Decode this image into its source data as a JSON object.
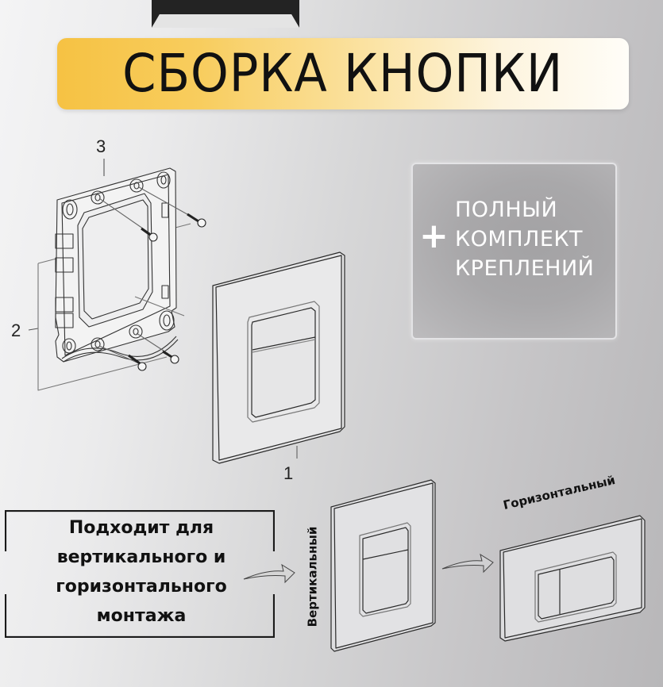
{
  "header": {
    "title": "СБОРКА КНОПКИ"
  },
  "kit_badge": {
    "plus_symbol": "+",
    "lines": [
      "ПОЛНЫЙ",
      "КОМПЛЕКТ",
      "КРЕПЛЕНИЙ"
    ]
  },
  "diagram": {
    "callouts": {
      "button_plate": "1",
      "frame_side": "2",
      "frame_top": "3"
    }
  },
  "info": {
    "lines": [
      "Подходит для",
      "вертикального и",
      "горизонтального",
      "монтажа"
    ]
  },
  "orientations": {
    "vertical_label": "Вертикальный",
    "horizontal_label": "Горизонтальный"
  },
  "colors": {
    "banner_start": "#f6c243",
    "banner_end": "#fffdf8",
    "background_left": "#f4f4f5",
    "background_right": "#b8b7b9",
    "badge_bg": "#a9a8aa",
    "text_dark": "#111111"
  }
}
